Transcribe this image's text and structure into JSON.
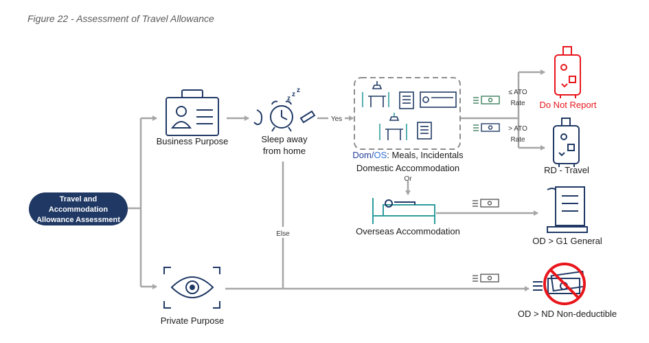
{
  "caption": "Figure 22 - Assessment of Travel Allowance",
  "start_node": [
    "Travel and",
    "Accommodation",
    "Allowance Assessment"
  ],
  "labels": {
    "business_purpose": "Business Purpose",
    "private_purpose": "Private Purpose",
    "sleep_away": [
      "Sleep away",
      "from home"
    ],
    "yes": "Yes",
    "else": "Else",
    "or": "Or",
    "dom": "Dom",
    "slash": "/",
    "os": "OS",
    "meals_rest": ": Meals, Incidentals",
    "domestic_accommodation": "Domestic Accommodation",
    "overseas_accommodation": "Overseas Accommodation",
    "le_ato": "≤ ATO",
    "gt_ato": "> ATO",
    "rate": "Rate",
    "do_not_report": "Do Not Report",
    "rd_travel": "RD - Travel",
    "od_g1": "OD > G1 General",
    "od_nd": "OD > ND Non-deductible"
  },
  "colors": {
    "navy": "#1F3864",
    "teal": "#2E9C9C",
    "red": "#E8151B",
    "blue_text": "#1F3D99",
    "os_blue": "#2F6FD6",
    "arrow": "#A6A6A6",
    "money": "#3A7D5A"
  },
  "icons": {
    "business": "id-card-icon",
    "sleep": "alarm-clock-icon",
    "private": "eye-icon",
    "meals": "dining-table-icon",
    "docs": "receipt-icon",
    "bed": "bed-icon",
    "money": "cash-icon",
    "suitcase": "suitcase-icon",
    "scroll": "scroll-document-icon",
    "no_money": "no-cash-icon"
  }
}
